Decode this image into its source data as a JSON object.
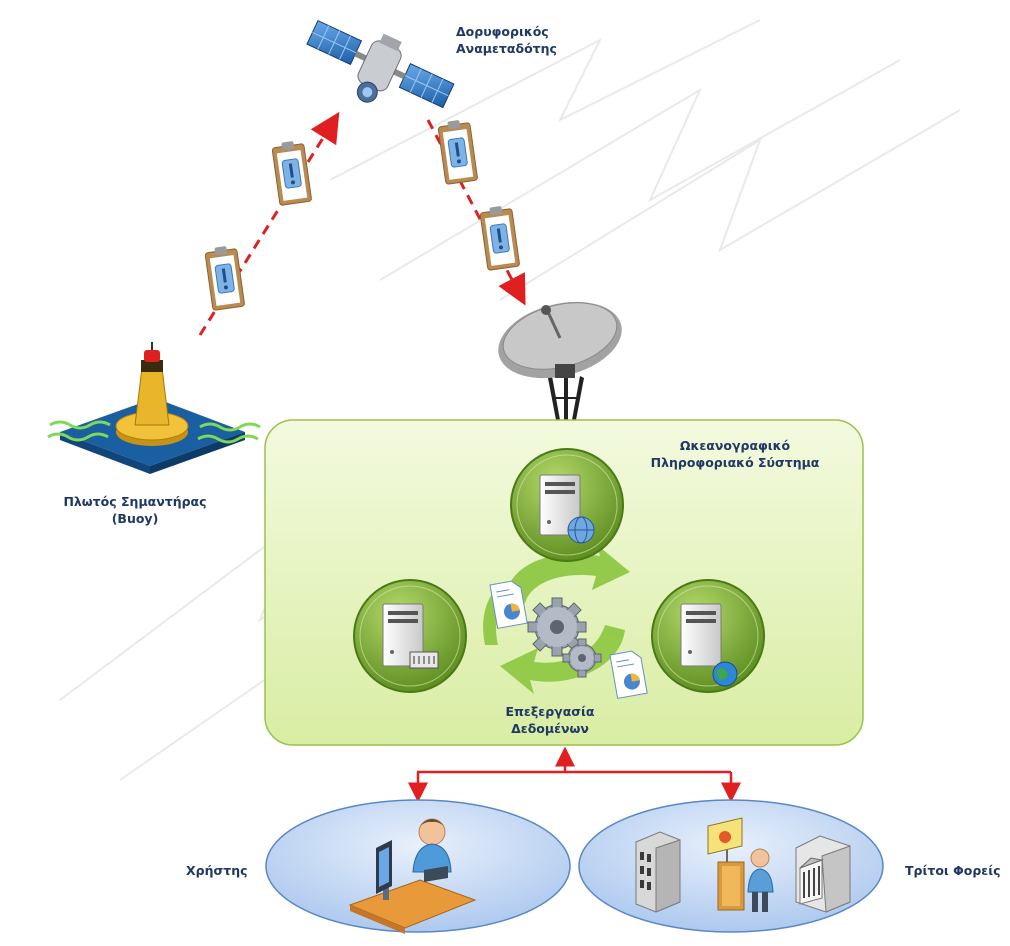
{
  "satellite": {
    "label_line1": "Δορυφορικός",
    "label_line2": "Αναμεταδότης"
  },
  "buoy": {
    "label_line1": "Πλωτός Σημαντήρας",
    "label_line2": "(Buoy)"
  },
  "system": {
    "label_line1": "Ωκεανογραφικό",
    "label_line2": "Πληροφοριακό Σύστημα"
  },
  "processing": {
    "label_line1": "Επεξεργασία",
    "label_line2": "Δεδομένων"
  },
  "user": {
    "label": "Χρήστης"
  },
  "third_parties": {
    "label": "Τρίτοι Φορείς"
  },
  "colors": {
    "label_text": "#1f3864",
    "signal_line": "#e02020",
    "system_box": "#e7f4c4",
    "ellipse": "#bcd4f2"
  }
}
